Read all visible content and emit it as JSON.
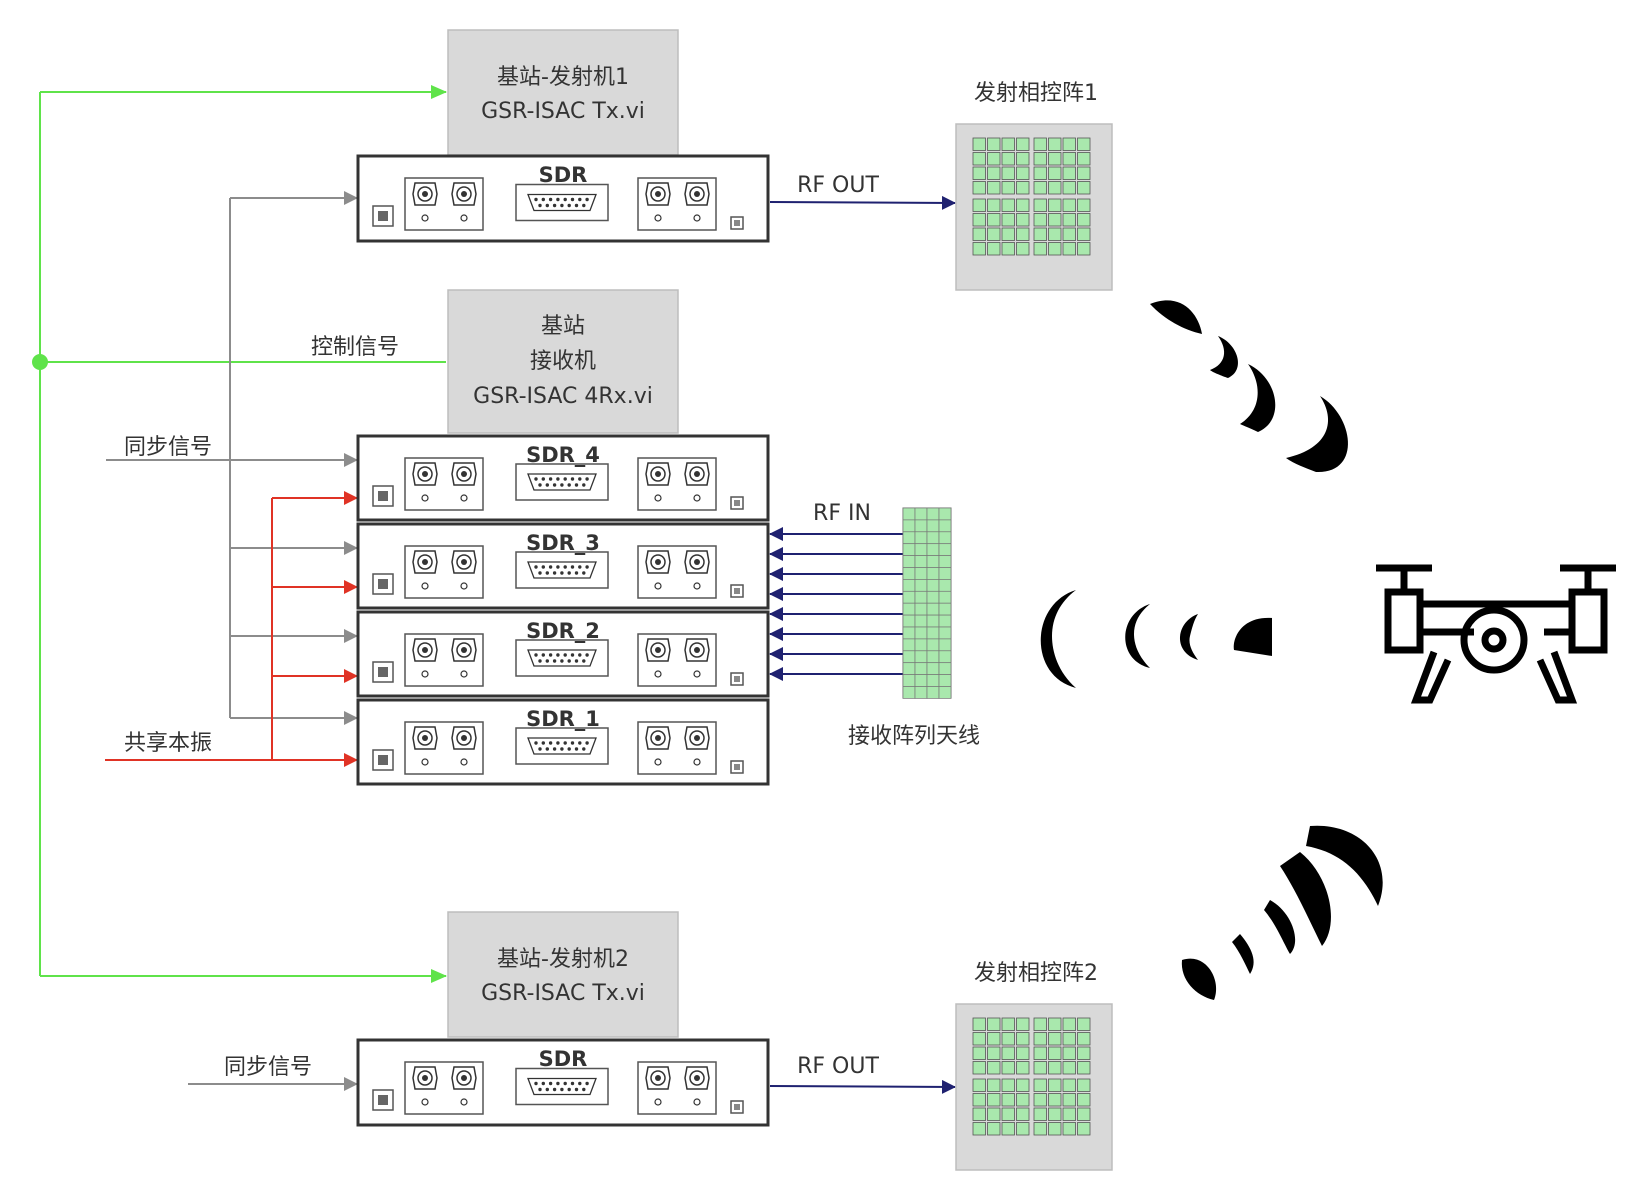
{
  "transmitter_1": {
    "line1": "基站-发射机1",
    "line2": "GSR-ISAC Tx.vi"
  },
  "receiver": {
    "line1": "基站",
    "line2": "接收机",
    "line3": "GSR-ISAC 4Rx.vi"
  },
  "transmitter_2": {
    "line1": "基站-发射机2",
    "line2": "GSR-ISAC Tx.vi"
  },
  "sdr_labels": {
    "tx1": "SDR",
    "rx4": "SDR_4",
    "rx3": "SDR_3",
    "rx2": "SDR_2",
    "rx1": "SDR_1",
    "tx2": "SDR"
  },
  "signals": {
    "control": "控制信号",
    "sync_top": "同步信号",
    "shared_lo": "共享本振",
    "sync_bottom": "同步信号",
    "rf_out_1": "RF OUT",
    "rf_in": "RF IN",
    "rf_out_2": "RF OUT"
  },
  "arrays": {
    "tx_array_1": "发射相控阵1",
    "rx_array": "接收阵列天线",
    "tx_array_2": "发射相控阵2"
  },
  "icons": {
    "drone": "drone-icon",
    "wave": "radio-wave-icon",
    "sma": "sma-connector-icon",
    "db15": "db15-port-icon"
  },
  "colors": {
    "control_line": "#5fe34a",
    "sync_line": "#8c8c8c",
    "lo_line": "#e03325",
    "rf_line": "#1f2170",
    "host_box": "#d9d9d9",
    "array_cell": "#a9e8ad"
  }
}
